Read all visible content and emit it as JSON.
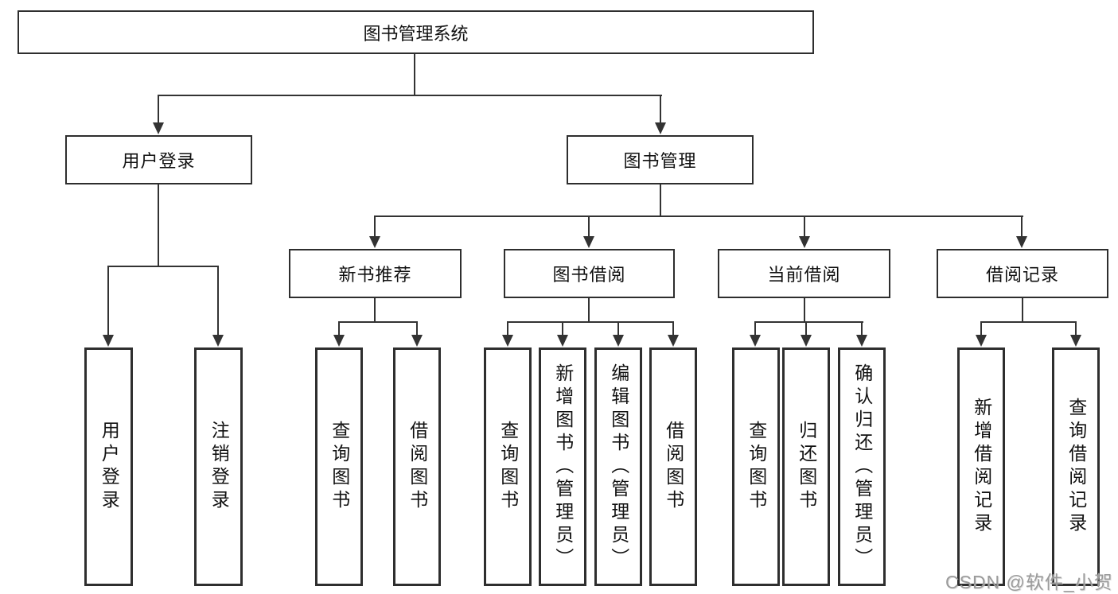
{
  "diagram": {
    "title": "图书管理系统",
    "level2": {
      "user_login": {
        "label": "用户登录",
        "children": {
          "login": "用户登录",
          "logout": "注销登录"
        }
      },
      "book_mgmt": {
        "label": "图书管理",
        "sections": {
          "new_books": {
            "label": "新书推荐",
            "children": {
              "query": "查询图书",
              "borrow": "借阅图书"
            }
          },
          "borrowing": {
            "label": "图书借阅",
            "children": {
              "query": "查询图书",
              "add": "新增图书（管理员）",
              "edit": "编辑图书（管理员）",
              "borrow": "借阅图书"
            }
          },
          "current": {
            "label": "当前借阅",
            "children": {
              "query": "查询图书",
              "return": "归还图书",
              "confirm": "确认归还（管理员）"
            }
          },
          "records": {
            "label": "借阅记录",
            "children": {
              "add": "新增借阅记录",
              "query": "查询借阅记录"
            }
          }
        }
      }
    }
  },
  "watermark": {
    "text": "CSDN @软件_小贺同学"
  },
  "colors": {
    "line": "#333333",
    "border": "#2e2e2e",
    "text": "#111111",
    "background": "#ffffff",
    "watermark": "#9b9b9b"
  }
}
